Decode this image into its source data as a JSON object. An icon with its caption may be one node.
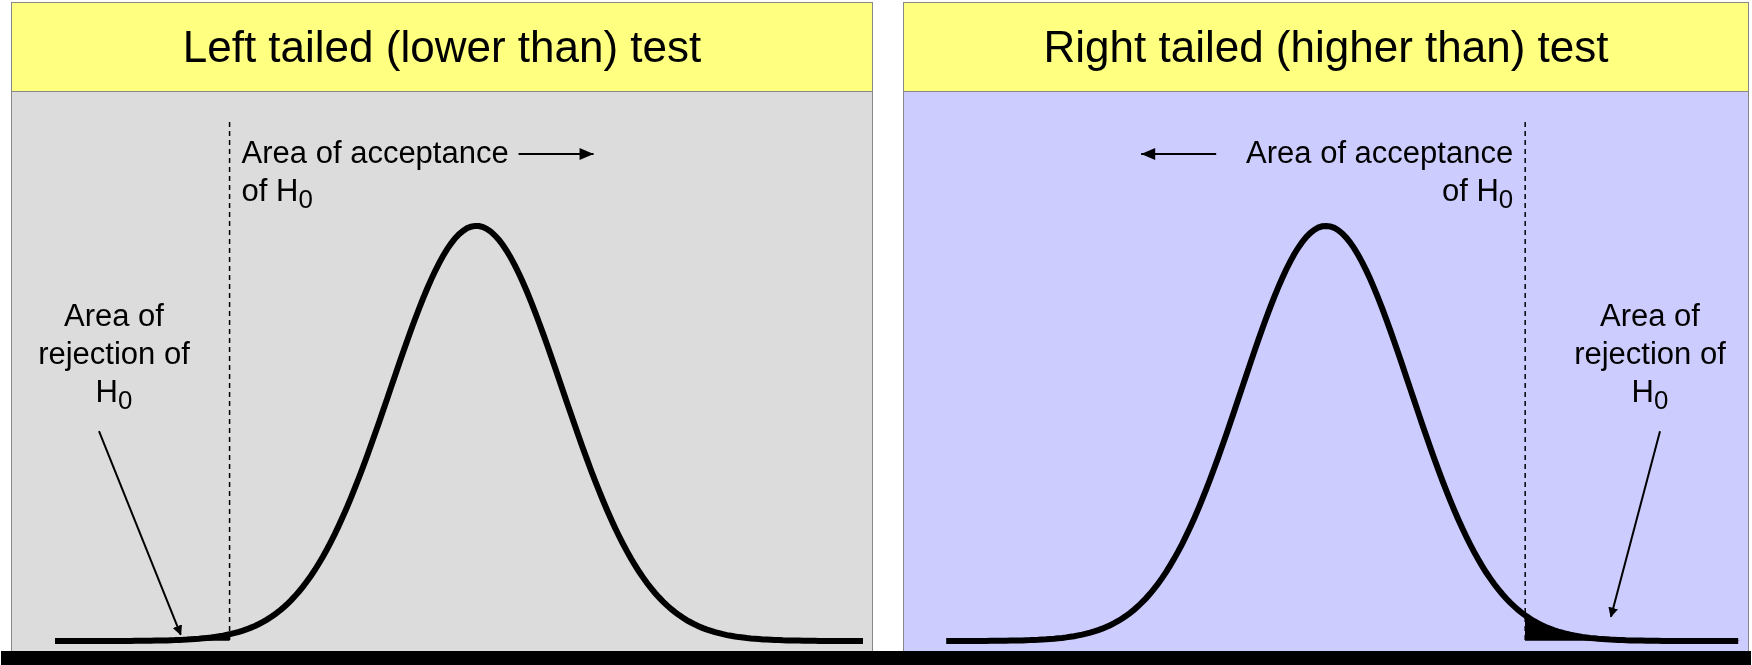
{
  "diagram": {
    "nodes": [
      {
        "text": [
          "Left tailed (lower than) test"
        ]
      },
      {
        "text": [
          "Area of acceptance of H$_{0}$"
        ],
        "in": 0
      },
      {
        "text": [
          "Area of rejection of H$_{0}$"
        ],
        "in": 0
      },
      {
        "text": [],
        "shape": "wedge",
        "in": 0
      },
      {
        "text": [
          "Right tailed (higher than) test"
        ]
      },
      {
        "text": [
          "Area of acceptance of H$_{0}$"
        ],
        "in": 4
      },
      {
        "text": [
          "Area of rejection of H$_{0}$"
        ],
        "in": 4
      },
      {
        "text": [],
        "shape": "wedge",
        "in": 4
      }
    ],
    "edges": [
      {
        "from": 2,
        "to": 3,
        "arrow": "to"
      },
      {
        "from": 6,
        "to": 7,
        "arrow": "to"
      }
    ]
  }
}
